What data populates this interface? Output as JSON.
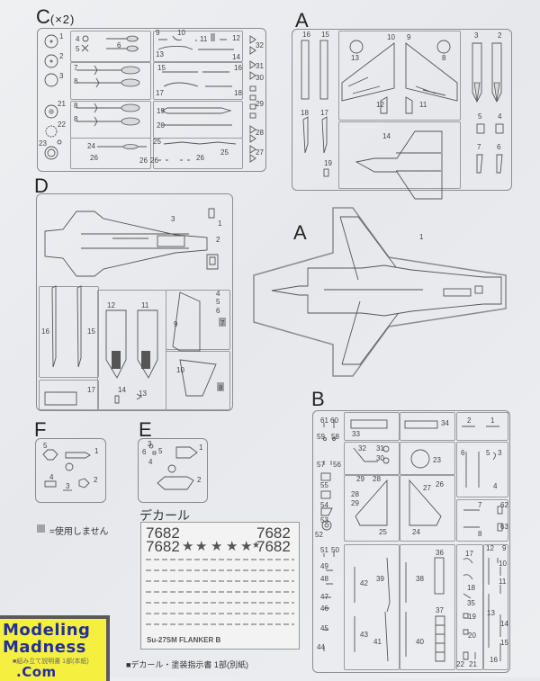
{
  "sprues": {
    "C": {
      "letter": "C",
      "multiplier": "(×2)",
      "parts": [
        "1",
        "2",
        "3",
        "4",
        "5",
        "6",
        "7",
        "8",
        "8",
        "8",
        "9",
        "10",
        "11",
        "12",
        "13",
        "14",
        "15",
        "16",
        "17",
        "18",
        "19",
        "20",
        "21",
        "22",
        "23",
        "24",
        "25",
        "25",
        "26",
        "26",
        "26",
        "26",
        "27",
        "28",
        "29",
        "30",
        "31",
        "32"
      ]
    },
    "A_small": {
      "letter": "A",
      "parts": [
        "16",
        "15",
        "13",
        "10",
        "9",
        "8",
        "3",
        "2",
        "12",
        "11",
        "18",
        "17",
        "5",
        "4",
        "14",
        "19",
        "7",
        "6"
      ]
    },
    "D": {
      "letter": "D",
      "parts": [
        "3",
        "1",
        "2",
        "4",
        "5",
        "6",
        "7",
        "9",
        "8",
        "10",
        "16",
        "15",
        "12",
        "11",
        "14",
        "13",
        "17"
      ]
    },
    "A_large": {
      "letter": "A",
      "parts": [
        "1"
      ]
    },
    "F": {
      "letter": "F",
      "parts": [
        "5",
        "1",
        "4",
        "2",
        "3"
      ]
    },
    "E": {
      "letter": "E",
      "parts": [
        "3",
        "6",
        "5",
        "4",
        "1",
        "2"
      ]
    },
    "B": {
      "letter": "B",
      "parts": [
        "61",
        "60",
        "59",
        "58",
        "33",
        "34",
        "2",
        "1",
        "57",
        "56",
        "32",
        "31",
        "30",
        "23",
        "6",
        "5",
        "3",
        "55",
        "29",
        "28",
        "28",
        "29",
        "27",
        "26",
        "4",
        "54",
        "53",
        "52",
        "25",
        "24",
        "7",
        "62",
        "8",
        "63",
        "51",
        "50",
        "49",
        "48",
        "47",
        "46",
        "45",
        "44",
        "42",
        "43",
        "39",
        "41",
        "38",
        "40",
        "36",
        "37",
        "17",
        "18",
        "35",
        "19",
        "20",
        "22",
        "21",
        "12",
        "9",
        "10",
        "11",
        "13",
        "14",
        "15",
        "16"
      ]
    }
  },
  "legend": {
    "swatch_color": "#a2a3a6",
    "text": "=使用しません"
  },
  "decal": {
    "heading": "デカール",
    "numbers": [
      "7682",
      "7682",
      "7682",
      "7682"
    ],
    "star_count": 6,
    "sheet_title": "Su-27SM FLANKER B"
  },
  "footer": {
    "decal_note": "■デカール・塗装指示書 1部(別紙)",
    "manual_note": "■組み立て説明書 1部(本紙)"
  },
  "watermark": {
    "line1": "Modeling",
    "line2": "Madness",
    "line3": ".Com",
    "bg_color": "#f5f040",
    "text_color": "#24309a"
  }
}
